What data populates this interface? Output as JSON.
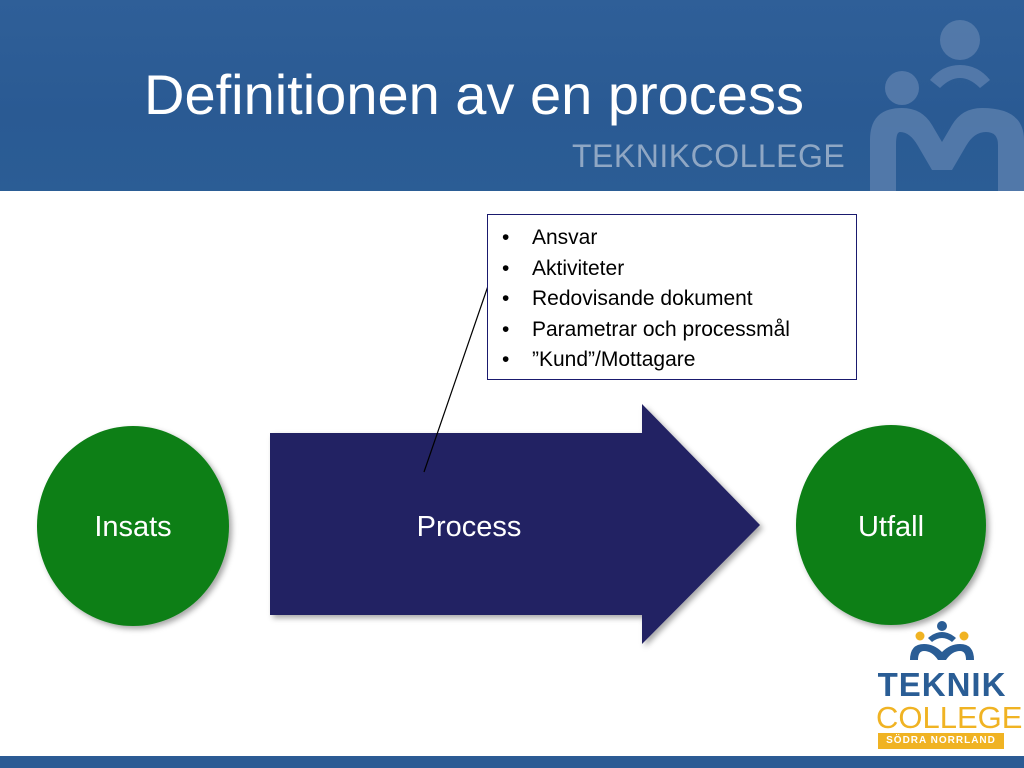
{
  "slide": {
    "title": "Definitionen av en process",
    "header_brand": "TEKNIKCOLLEGE"
  },
  "diagram": {
    "input_label": "Insats",
    "process_label": "Process",
    "output_label": "Utfall",
    "callout_items": [
      "Ansvar",
      "Aktiviteter",
      "Redovisande dokument",
      "Parametrar och processmål",
      "”Kund”/Mottagare"
    ],
    "bullet_char": "•"
  },
  "logo": {
    "word1": "TEKNIK",
    "word2": "COLLEGE",
    "sub": "SÖDRA NORRLAND"
  },
  "colors": {
    "header_blue": "#2b5b94",
    "process_navy": "#232164",
    "circle_green": "#0a7f16",
    "logo_blue": "#2a5d95",
    "logo_gold": "#f0b323"
  }
}
